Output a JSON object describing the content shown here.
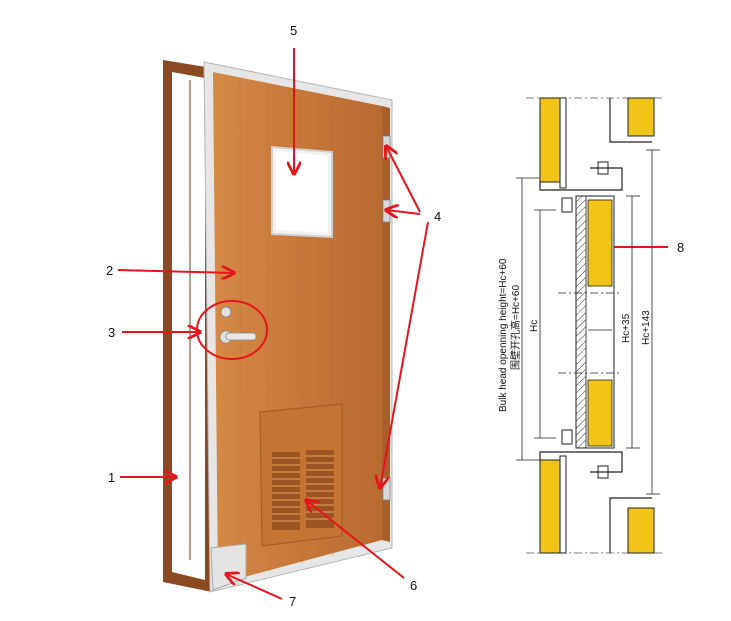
{
  "callouts": [
    {
      "number": "1",
      "part": "door frame"
    },
    {
      "number": "2",
      "part": "door leaf"
    },
    {
      "number": "3",
      "part": "handle / lock set"
    },
    {
      "number": "4",
      "part": "hinges"
    },
    {
      "number": "5",
      "part": "window"
    },
    {
      "number": "6",
      "part": "ventilation grille"
    },
    {
      "number": "7",
      "part": "frame corner"
    },
    {
      "number": "8",
      "part": "insulation core"
    }
  ],
  "section": {
    "opening_height_en": "Bulk head openning height=Hc+60",
    "opening_height_cn": "围壁开孔高=Hc+60",
    "dim_hc": "Hc",
    "dim_hc35": "Hc+35",
    "dim_hc143": "Hc+143"
  },
  "colors": {
    "arrow": "#e8141a",
    "door_wood": "#c8783a",
    "frame": "#8a4a22",
    "insulation": "#f2c418",
    "steel": "#d0d0d0"
  }
}
